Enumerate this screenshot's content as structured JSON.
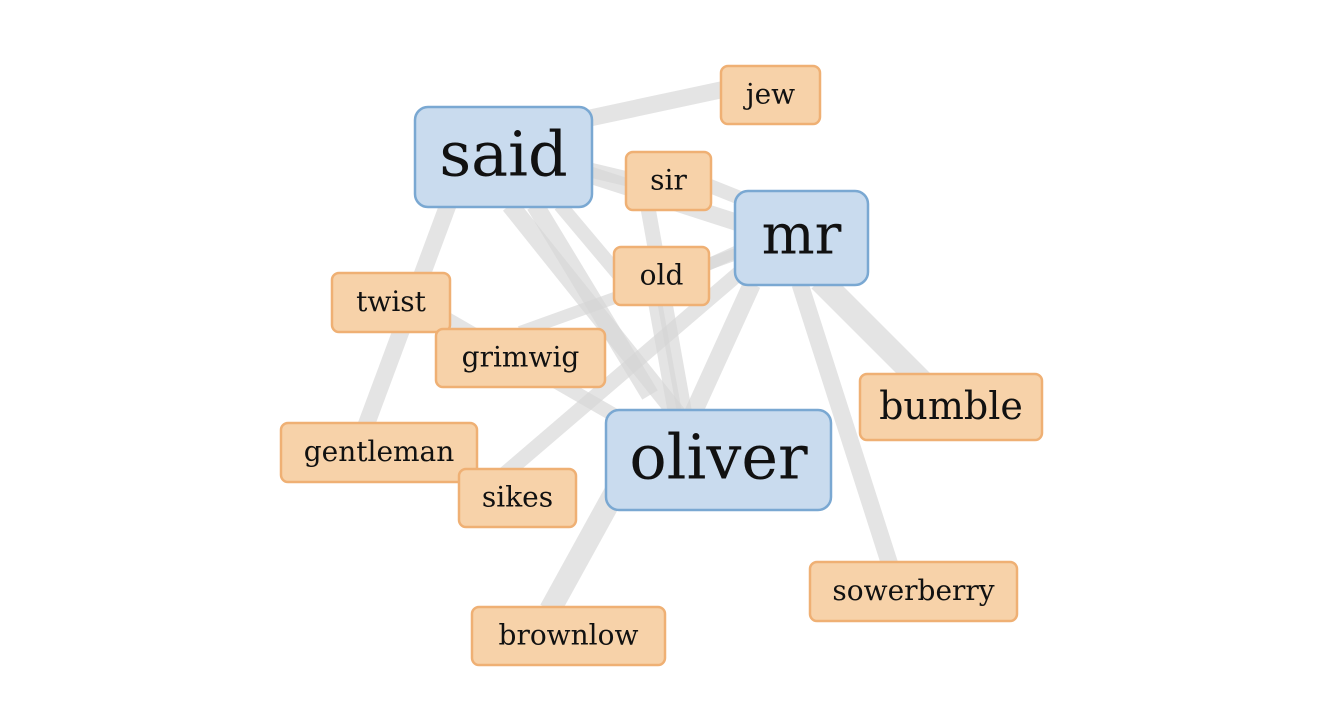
{
  "diagram": {
    "type": "word-cooccurrence-network",
    "colors": {
      "primary_fill": "#c9dbee",
      "primary_border": "#7aa8d2",
      "secondary_fill": "#f7d2a9",
      "secondary_border": "#efb074",
      "edge": "#d6d6d6"
    },
    "nodes": [
      {
        "id": "said",
        "label": "said",
        "group": "primary"
      },
      {
        "id": "mr",
        "label": "mr",
        "group": "primary"
      },
      {
        "id": "oliver",
        "label": "oliver",
        "group": "primary"
      },
      {
        "id": "jew",
        "label": "jew",
        "group": "secondary"
      },
      {
        "id": "sir",
        "label": "sir",
        "group": "secondary"
      },
      {
        "id": "old",
        "label": "old",
        "group": "secondary"
      },
      {
        "id": "twist",
        "label": "twist",
        "group": "secondary"
      },
      {
        "id": "grimwig",
        "label": "grimwig",
        "group": "secondary"
      },
      {
        "id": "bumble",
        "label": "bumble",
        "group": "secondary"
      },
      {
        "id": "gentleman",
        "label": "gentleman",
        "group": "secondary"
      },
      {
        "id": "sikes",
        "label": "sikes",
        "group": "secondary"
      },
      {
        "id": "sowerberry",
        "label": "sowerberry",
        "group": "secondary"
      },
      {
        "id": "brownlow",
        "label": "brownlow",
        "group": "secondary"
      }
    ],
    "edges": [
      {
        "source": "said",
        "target": "jew"
      },
      {
        "source": "said",
        "target": "sir"
      },
      {
        "source": "said",
        "target": "mr"
      },
      {
        "source": "said",
        "target": "oliver"
      },
      {
        "source": "said",
        "target": "gentleman"
      },
      {
        "source": "said",
        "target": "sikes"
      },
      {
        "source": "said",
        "target": "grimwig"
      },
      {
        "source": "sir",
        "target": "mr"
      },
      {
        "source": "sir",
        "target": "oliver"
      },
      {
        "source": "old",
        "target": "oliver"
      },
      {
        "source": "old",
        "target": "mr"
      },
      {
        "source": "twist",
        "target": "oliver"
      },
      {
        "source": "grimwig",
        "target": "mr"
      },
      {
        "source": "mr",
        "target": "oliver"
      },
      {
        "source": "mr",
        "target": "bumble"
      },
      {
        "source": "mr",
        "target": "sowerberry"
      },
      {
        "source": "mr",
        "target": "sikes"
      },
      {
        "source": "oliver",
        "target": "brownlow"
      }
    ]
  }
}
